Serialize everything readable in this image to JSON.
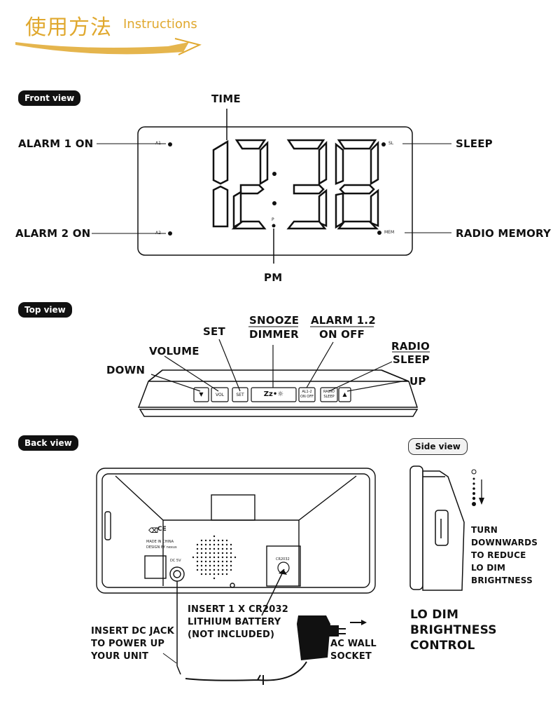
{
  "header": {
    "title_cn": "使用方法",
    "title_en": "Instructions"
  },
  "front_view": {
    "heading": "Front view",
    "display_time": "12:38",
    "labels": {
      "time": "TIME",
      "alarm1": "ALARM 1 ON",
      "alarm2": "ALARM 2 ON",
      "sleep": "SLEEP",
      "radio_memory": "RADIO MEMORY",
      "pm": "PM"
    },
    "indicators": {
      "a1": "A1",
      "a2": "A2",
      "sl": "SL",
      "mem": "MEM",
      "p": "P"
    }
  },
  "top_view": {
    "heading": "Top view",
    "labels": {
      "set": "SET",
      "volume": "VOLUME",
      "down": "DOWN",
      "snooze": "SNOOZE",
      "dimmer": "DIMMER",
      "alarm12": "ALARM 1.2",
      "onoff": "ON OFF",
      "radio": "RADIO",
      "sleep": "SLEEP",
      "up": "UP"
    },
    "buttons": {
      "down": "▼",
      "vol": "VOL",
      "set": "SET",
      "snooze": "Zz•☼",
      "alarm_a": "AL1-2",
      "alarm_b": "ON OFF",
      "radio_a": "RADIO",
      "radio_b": "SLEEP",
      "up": "▲"
    }
  },
  "back_view": {
    "heading": "Back view",
    "labels": {
      "insert_jack": [
        "INSERT DC JACK",
        "TO POWER UP",
        "YOUR UNIT"
      ],
      "battery": [
        "INSERT 1 X CR2032",
        "LITHIUM BATTERY",
        "(NOT INCLUDED)"
      ],
      "ac": [
        "AC WALL",
        "SOCKET"
      ]
    },
    "marks": {
      "ce": "CE",
      "made_in": "MADE IN CHINA",
      "design": "DESIGN BY nexus",
      "dc": "DC 5V",
      "cr": "CR2032"
    }
  },
  "side_view": {
    "heading": "Side view",
    "turn": [
      "TURN",
      "DOWNWARDS",
      "TO REDUCE",
      "LO DIM",
      "BRIGHTNESS"
    ],
    "lodim": [
      "LO DIM",
      "BRIGHTNESS",
      "CONTROL"
    ]
  }
}
